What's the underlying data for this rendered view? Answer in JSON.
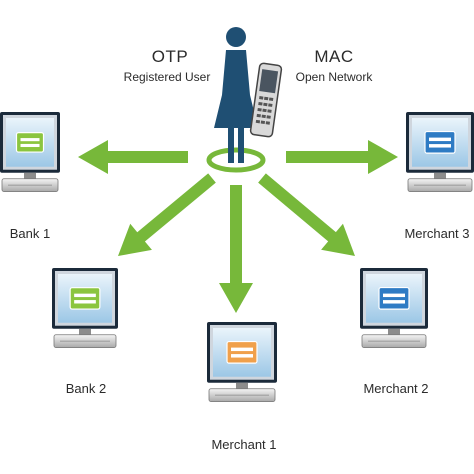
{
  "user": {
    "otp_title": "OTP",
    "otp_subtitle": "Registered User",
    "mac_title": "MAC",
    "mac_subtitle": "Open Network"
  },
  "nodes": [
    {
      "key": "bank1",
      "label": "Bank 1",
      "screen_color": "#8bc53f",
      "icon": "computer-icon"
    },
    {
      "key": "bank2",
      "label": "Bank 2",
      "screen_color": "#8bc53f",
      "icon": "computer-icon"
    },
    {
      "key": "merchant1",
      "label": "Merchant 1",
      "screen_color": "#f0a04b",
      "icon": "computer-icon"
    },
    {
      "key": "merchant2",
      "label": "Merchant 2",
      "screen_color": "#2e7bc4",
      "icon": "computer-icon"
    },
    {
      "key": "merchant3",
      "label": "Merchant 3",
      "screen_color": "#2e7bc4",
      "icon": "computer-icon"
    }
  ],
  "colors": {
    "arrow": "#77b83a",
    "person": "#1f4f73",
    "monitor_frame": "#1b2a3a",
    "monitor_bezel": "#cfd6de"
  }
}
